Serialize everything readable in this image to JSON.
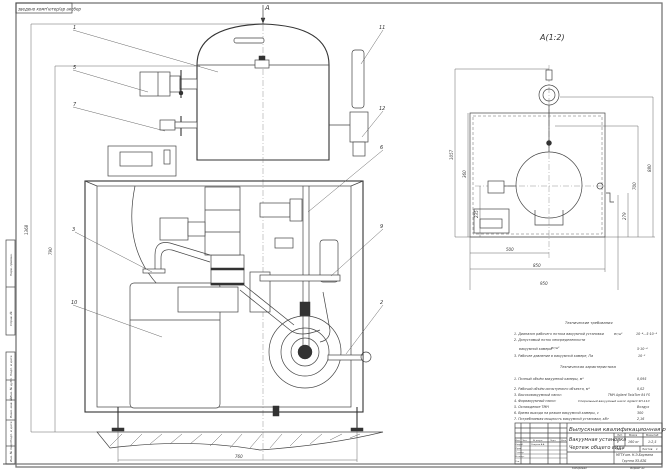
{
  "sheet": {
    "stamp_top_left": "зведено комп'ютер/ар аксбер",
    "view_marker": "А",
    "section_title": "А(1:2)"
  },
  "callouts": [
    "1",
    "5",
    "7",
    "3",
    "10",
    "11",
    "12",
    "6",
    "9",
    "2"
  ],
  "dimensions": {
    "front_overall_height": "1368",
    "front_frame_height": "790",
    "front_base_width": "760",
    "side_overall_height": "1057",
    "side_frame_height": "360",
    "side_right_height": "880",
    "side_mid_height": "700",
    "side_low_left": "235",
    "side_low_right": "279",
    "side_half_width": "500",
    "side_width": "850",
    "side_bottom": "950"
  },
  "technical_requirements": {
    "title": "Технические требования",
    "items": [
      {
        "text": "1. Диапазон рабочего потока вакуумной установки",
        "unit": "Вт/м³",
        "value": "10⁻⁴...5·10⁻⁴"
      },
      {
        "text": "2. Допустимый поток неопределенности",
        "unit": "",
        "value": ""
      },
      {
        "text": "вакуумной камеры",
        "unit": "Вт/м³",
        "value": "5·10⁻⁴"
      },
      {
        "text": "3. Рабочее давление в вакуумной камере, Па",
        "unit": "",
        "value": "10⁻²"
      }
    ]
  },
  "technical_characteristics": {
    "title": "Техническая характеристика",
    "items": [
      {
        "text": "1. Полный объём вакуумной камеры, м³",
        "value": "0,095"
      },
      {
        "text": "2. Рабочий объём испытуемого объекта, м³",
        "value": "0,02"
      },
      {
        "text": "3. Высоковакуумный насос:",
        "value": "ТМН Agilent TwisTorr 84 FS"
      },
      {
        "text": "4. Форвакуумный насос:",
        "value": "Спиральный вакуумный насос Agilent SH-110"
      },
      {
        "text": "5. Охлаждение ТМН",
        "value": "Воздух"
      },
      {
        "text": "6. Время выхода на режим вакуумной камеры, с",
        "value": "300"
      },
      {
        "text": "7. Потребляемая мощность вакуумной установки, кВт",
        "value": "2,16"
      }
    ]
  },
  "title_block": {
    "work_type": "Выпускная квалификационная работа",
    "drawing_name_line1": "Вакуумная установка",
    "drawing_name_line2": "Чертеж общего вида",
    "col_headers": [
      "Лит.",
      "Масса",
      "Масштаб"
    ],
    "lit": "У",
    "mass": "160 кг",
    "scale": "1:2,5",
    "sheet_label": "Лист",
    "sheets_label": "Листов",
    "sheets_count": "1",
    "organization_line1": "МГТУ им. Н.Э.Баумана",
    "organization_line2": "Группа ЭЗ-82Б",
    "signature_rows": [
      "Разраб.",
      "Пров.",
      "Т.контр.",
      "Н.контр.",
      "Утв."
    ],
    "sig_headers": [
      "Изм.",
      "Лист",
      "№ докум.",
      "Подп.",
      "Дата"
    ],
    "developer": "Смирнов А.А.",
    "copied_label": "Копировал",
    "format_label": "Формат А1"
  },
  "side_stamp": [
    "Инв. № подл.",
    "Подп. и дата",
    "Взам. инв. №",
    "Инв. № дубл.",
    "Подп. и дата",
    "Перв. примен.",
    "Справ. №"
  ]
}
